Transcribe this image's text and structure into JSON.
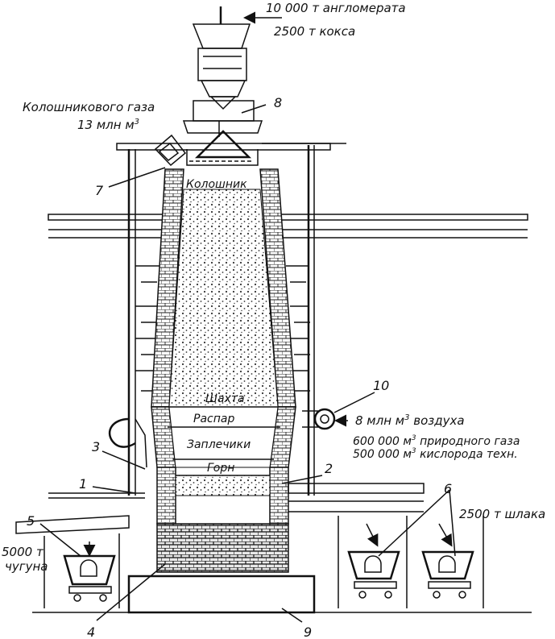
{
  "inputs": {
    "sinter": "10 000 т англомерата",
    "coke": "2500 т кокса"
  },
  "gas": {
    "line1": "Колошникового газа",
    "line2": "13 млн м",
    "sup": "3"
  },
  "zones": {
    "throat": "Колошник",
    "shaft": "Шахта",
    "belly": "Распар",
    "bosh": "Заплечики",
    "hearth": "Горн"
  },
  "blast": {
    "air_pre": "8 млн м",
    "air_sup": "3",
    "air_post": " воздуха",
    "gas_pre": "600 000 м",
    "gas_sup": "3",
    "gas_post": " природного газа",
    "o2_pre": "500 000 м",
    "o2_sup": "3",
    "o2_post": " кислорода техн."
  },
  "outputs": {
    "iron_amount": "5000 т",
    "iron_name": "чугуна",
    "slag": "2500 т шлака"
  },
  "numbers": [
    "1",
    "2",
    "3",
    "4",
    "5",
    "6",
    "7",
    "8",
    "9",
    "10"
  ]
}
